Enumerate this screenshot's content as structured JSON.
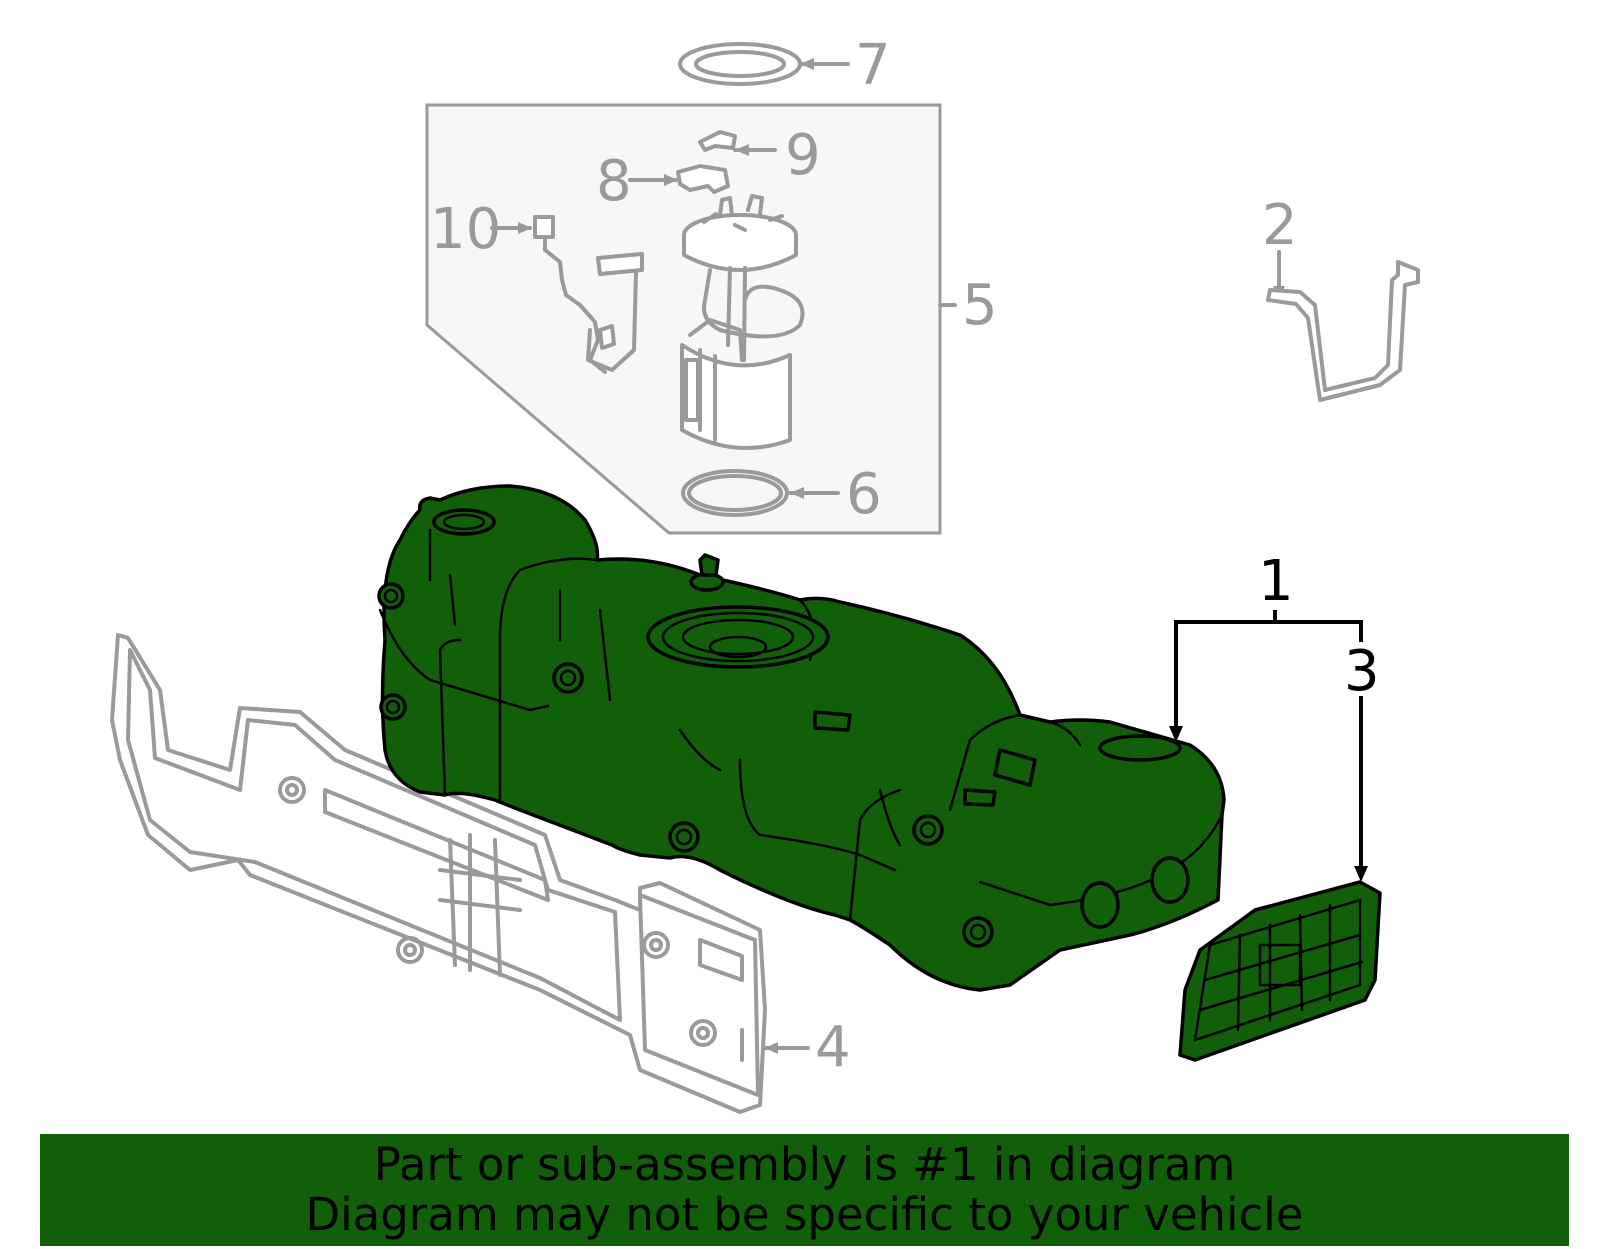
{
  "callouts": {
    "c1": "1",
    "c2": "2",
    "c3": "3",
    "c4": "4",
    "c5": "5",
    "c6": "6",
    "c7": "7",
    "c8": "8",
    "c9": "9",
    "c10": "10"
  },
  "colors": {
    "highlight": "#116009",
    "part_outline": "#9a9a9a",
    "box_fill": "#f7f7f7"
  },
  "banner": {
    "line1": "Part or sub-assembly is #1 in diagram",
    "line2": "Diagram may not be specific to your vehicle"
  }
}
